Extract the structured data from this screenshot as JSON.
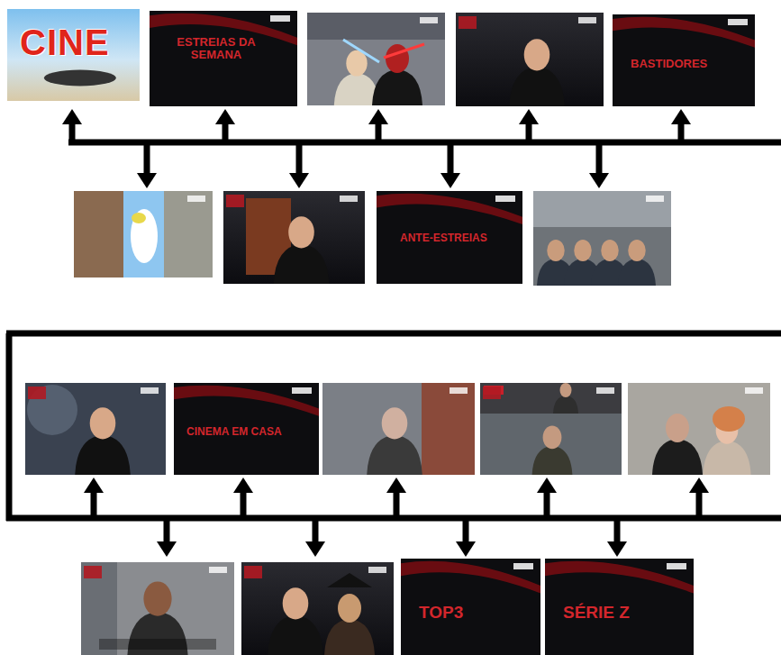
{
  "diagram": {
    "nodes": [
      {
        "text": [
          "CINE"
        ]
      },
      {
        "text": [
          "ESTREIAS DA SEMANA"
        ]
      },
      {
        "text": [
          "BASTIDORES"
        ]
      },
      {
        "text": [
          "ANTE-ESTREIAS"
        ]
      },
      {
        "text": [
          "CINEMA EM CASA"
        ]
      },
      {
        "text": [
          "TOP3"
        ]
      },
      {
        "text": [
          "SÉRIE Z"
        ]
      }
    ]
  }
}
